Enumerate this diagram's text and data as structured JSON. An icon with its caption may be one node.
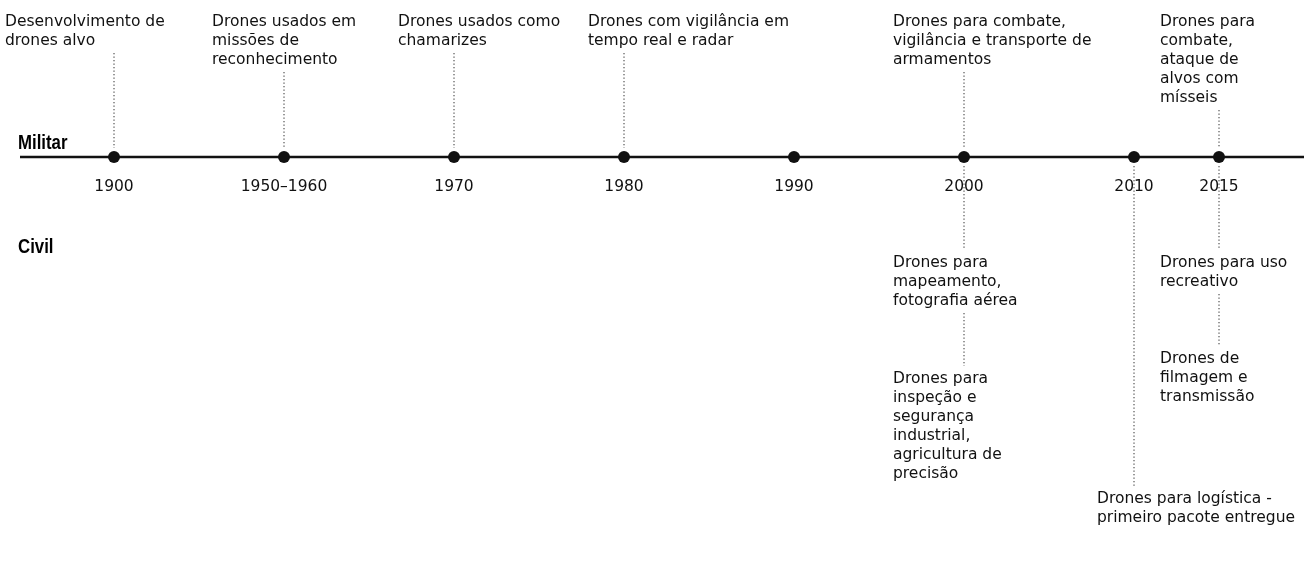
{
  "diagram": {
    "nodes": [
      {
        "text": [
          "Desenvolvimento de drones alvo"
        ]
      },
      {
        "text": [
          "Drones usados em missões de reconhecimento"
        ]
      },
      {
        "text": [
          "Drones usados como chamarizes"
        ]
      },
      {
        "text": [
          "Drones com vigilância em tempo real e radar"
        ]
      },
      {
        "text": [
          "Drones para combate, vigilância e transporte de armamentos"
        ]
      },
      {
        "text": [
          "Drones para combate, ataque de alvos com mísseis"
        ]
      },
      {
        "text": [],
        "shape": "circle",
        "beside": [
          "1900"
        ]
      },
      {
        "text": [],
        "shape": "circle",
        "beside": [
          "1950–1960"
        ]
      },
      {
        "text": [],
        "shape": "circle",
        "beside": [
          "1970"
        ]
      },
      {
        "text": [],
        "shape": "circle",
        "beside": [
          "1980"
        ]
      },
      {
        "text": [],
        "shape": "circle",
        "beside": [
          "1990"
        ]
      },
      {
        "text": [],
        "shape": "circle",
        "beside": [
          "2000"
        ]
      },
      {
        "text": [],
        "shape": "circle",
        "beside": [
          "2010"
        ]
      },
      {
        "text": [],
        "shape": "circle",
        "beside": [
          "2015"
        ]
      },
      {
        "text": [
          "Drones para mapeamento, fotografia aérea"
        ]
      },
      {
        "text": [
          "Drones para uso recreativo"
        ]
      },
      {
        "text": [
          "Drones para inspeção e segurança industrial, agricultura de precisão"
        ]
      },
      {
        "text": [
          "Drones de filmagem e transmissão"
        ]
      },
      {
        "text": [
          "Drones para logística - primeiro pacote entregue"
        ]
      }
    ],
    "edges": [
      {
        "from": 0,
        "to": 6,
        "arrow": "none",
        "style": "dashed"
      },
      {
        "from": 1,
        "to": 7,
        "arrow": "none",
        "style": "dashed"
      },
      {
        "from": 2,
        "to": 8,
        "arrow": "none",
        "style": "dashed"
      },
      {
        "from": 3,
        "to": 9,
        "arrow": "none",
        "style": "dashed"
      },
      {
        "from": 4,
        "to": 11,
        "arrow": "none",
        "style": "dashed"
      },
      {
        "from": 5,
        "to": 13,
        "arrow": "none",
        "style": "dashed"
      },
      {
        "from": 11,
        "to": 14,
        "arrow": "none",
        "style": "dashed"
      },
      {
        "from": 14,
        "to": 16,
        "arrow": "none",
        "style": "dashed"
      },
      {
        "from": 12,
        "to": 18,
        "arrow": "none",
        "style": "dashed"
      },
      {
        "from": 13,
        "to": 15,
        "arrow": "none",
        "style": "dashed"
      },
      {
        "from": 15,
        "to": 17,
        "arrow": "none",
        "style": "dashed"
      }
    ],
    "labels": [
      "Militar",
      "Civil"
    ]
  }
}
